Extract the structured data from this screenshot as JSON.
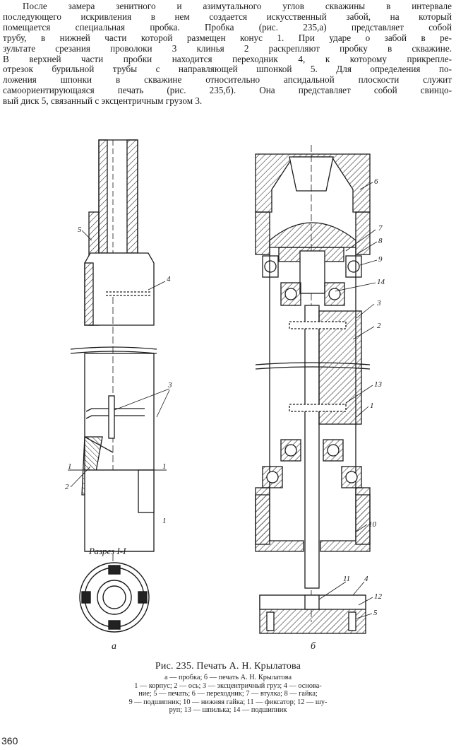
{
  "paragraph_lines": [
    "После замера зенитного и азимутального углов скважины в интервале",
    "последующего искривления в нем создается искусственный забой, на который",
    "помещается специальная пробка. Пробка (рис. 235,а) представляет собой",
    "трубу, в нижней части которой размещен конус 1. При ударе о забой в ре-",
    "зультате срезания проволоки 3 клинья 2 раскрепляют пробку в скважине.",
    "В верхней части пробки находится переходник 4, к которому прикрепле-",
    "отрезок бурильной трубы с направляющей шпонкой 5. Для определения по-",
    "ложения шпонки в скважине относительно апсидальной плоскости служит",
    "самоориентирующаяся печать (рис. 235,б). Она представляет собой свинцо-",
    "вый диск 5, связанный с эксцентричным грузом 3."
  ],
  "figure_a": {
    "labels": {
      "l5": "5",
      "l4": "4",
      "l3": "3",
      "l1a": "1",
      "l1b": "1",
      "l2": "2",
      "l1c": "1"
    },
    "section_title": "Разрез I-I",
    "sub_label": "а"
  },
  "figure_b": {
    "labels": {
      "l6": "6",
      "l7": "7",
      "l8": "8",
      "l9": "9",
      "l14": "14",
      "l3": "3",
      "l2": "2",
      "l13": "13",
      "l1": "1",
      "l10": "10",
      "l11": "11",
      "l4": "4",
      "l12": "12",
      "l5": "5"
    },
    "sub_label": "б"
  },
  "caption": {
    "title": "Рис. 235. Печать А. Н. Крылатова",
    "legend_lines": [
      "а — пробка; б — печать А. Н. Крылатова",
      "1 — корпус; 2 — ось; 3 — эксцентричный груз; 4 — основа-",
      "ние; 5 — печать; 6 — переходник; 7 — втулка; 8 — гайка;",
      "9 — подшипник; 10 — нижняя гайка; 11 — фиксатор; 12 — шу-",
      "руп; 13 — шпилька; 14 — подшипник"
    ]
  },
  "page_number": "360"
}
